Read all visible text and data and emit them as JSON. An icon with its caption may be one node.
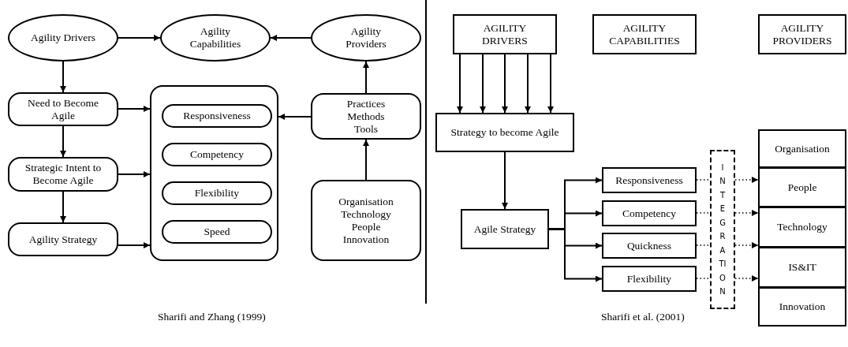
{
  "diagram": {
    "nodes": [
      {
        "text": [
          "Agility Drivers"
        ]
      },
      {
        "text": [
          "Agility Capabilities"
        ]
      },
      {
        "text": [
          "Agility Providers"
        ]
      },
      {
        "text": [
          "Need to Become Agile"
        ]
      },
      {
        "text": [],
        "shape": "box"
      },
      {
        "text": [
          "Responsiveness"
        ],
        "in": 4
      },
      {
        "text": [
          "Competency"
        ],
        "in": 4
      },
      {
        "text": [
          "Flexibility"
        ],
        "in": 4
      },
      {
        "text": [
          "Speed"
        ],
        "in": 4
      },
      {
        "text": [
          "Practices Methods Tools"
        ]
      },
      {
        "text": [
          "Strategic Intent to Become Agile"
        ]
      },
      {
        "text": [
          "Agility Strategy"
        ]
      },
      {
        "text": [
          "Organisation Technology People Innovation"
        ]
      },
      {
        "text": [
          "AGILITY DRIVERS"
        ]
      },
      {
        "text": [
          "AGILITY CAPABILITIES"
        ]
      },
      {
        "text": [
          "AGILITY PROVIDERS"
        ]
      },
      {
        "text": [
          "Strategy to become Agile"
        ]
      },
      {
        "text": [
          "Agile Strategy"
        ]
      },
      {
        "text": [
          "Responsiveness"
        ]
      },
      {
        "text": [
          "Competency"
        ]
      },
      {
        "text": [
          "Quickness"
        ]
      },
      {
        "text": [
          "Flexibility"
        ]
      },
      {
        "text": [
          "INTEGRATION"
        ]
      },
      {
        "text": [
          "Organisation"
        ]
      },
      {
        "text": [
          "People"
        ]
      },
      {
        "text": [
          "Technology"
        ]
      },
      {
        "text": [
          "IS&IT"
        ]
      },
      {
        "text": [
          "Innovation"
        ]
      }
    ],
    "edges": [
      {
        "from": 0,
        "to": 1,
        "arrow": "to"
      },
      {
        "from": 2,
        "to": 1,
        "arrow": "to"
      },
      {
        "from": 0,
        "to": 3,
        "arrow": "to"
      },
      {
        "from": 3,
        "to": 10,
        "arrow": "to"
      },
      {
        "from": 10,
        "to": 11,
        "arrow": "to"
      },
      {
        "from": 3,
        "to": 4,
        "arrow": "to"
      },
      {
        "from": 10,
        "to": 4,
        "arrow": "to"
      },
      {
        "from": 11,
        "to": 4,
        "arrow": "to"
      },
      {
        "from": 9,
        "to": 4,
        "arrow": "to"
      },
      {
        "from": 9,
        "to": 2,
        "arrow": "to"
      },
      {
        "from": 12,
        "to": 9,
        "arrow": "to"
      },
      {
        "from": 13,
        "to": 16,
        "arrow": "to"
      },
      {
        "from": 13,
        "to": 16,
        "arrow": "to"
      },
      {
        "from": 13,
        "to": 16,
        "arrow": "to"
      },
      {
        "from": 13,
        "to": 16,
        "arrow": "to"
      },
      {
        "from": 13,
        "to": 16,
        "arrow": "to"
      },
      {
        "from": 16,
        "to": 17,
        "arrow": "to"
      },
      {
        "from": 17,
        "to": 18,
        "arrow": "to"
      },
      {
        "from": 17,
        "to": 19,
        "arrow": "to"
      },
      {
        "from": 17,
        "to": 20,
        "arrow": "to"
      },
      {
        "from": 17,
        "to": 21,
        "arrow": "to"
      },
      {
        "from": 18,
        "to": 22,
        "arrow": "none",
        "style": "dashed"
      },
      {
        "from": 22,
        "to": 24,
        "arrow": "to",
        "style": "dashed"
      },
      {
        "from": 19,
        "to": 22,
        "arrow": "none",
        "style": "dashed"
      },
      {
        "from": 22,
        "to": 25,
        "arrow": "to",
        "style": "dashed"
      },
      {
        "from": 20,
        "to": 22,
        "arrow": "none",
        "style": "dashed"
      },
      {
        "from": 22,
        "to": 25,
        "arrow": "to",
        "style": "dashed"
      },
      {
        "from": 21,
        "to": 22,
        "arrow": "none",
        "style": "dashed"
      },
      {
        "from": 22,
        "to": 26,
        "arrow": "to",
        "style": "dashed"
      }
    ],
    "labels": [
      "Sharifi and Zhang (1999)",
      "Sharifi et al. (2001)"
    ]
  }
}
